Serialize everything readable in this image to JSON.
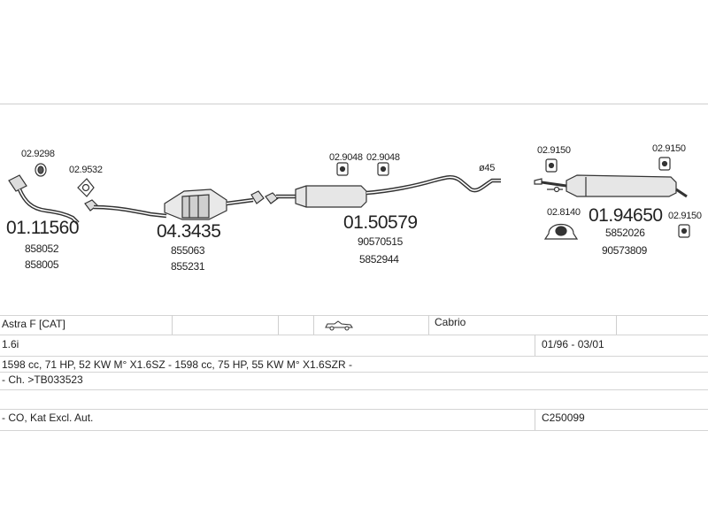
{
  "parts": {
    "p1": {
      "code": "01.11560",
      "refs": [
        "858052",
        "858005"
      ]
    },
    "p2": {
      "code": "04.3435",
      "refs": [
        "855063",
        "855231"
      ]
    },
    "p3": {
      "code": "01.50579",
      "refs": [
        "90570515",
        "5852944"
      ]
    },
    "p4": {
      "code": "01.94650",
      "refs": [
        "5852026",
        "90573809"
      ]
    }
  },
  "accessories": {
    "a1": "02.9298",
    "a2": "02.9532",
    "a3": "02.9048",
    "a4": "02.9048",
    "a5": "02.9150",
    "a6": "02.9150",
    "a7": "02.8140",
    "a8": "02.9150"
  },
  "pipe_diameter": "ø45",
  "table": {
    "model": "Astra F  [CAT]",
    "body": "Cabrio",
    "engine": "1.6i",
    "years": "01/96 - 03/01",
    "spec": "1598 cc, 71 HP, 52 KW M° X1.6SZ - 1598 cc, 75 HP, 55 KW M° X1.6SZR -",
    "chassis": "- Ch. >TB033523",
    "notes": "- CO, Kat Excl. Aut.",
    "ref_code": "C250099"
  }
}
